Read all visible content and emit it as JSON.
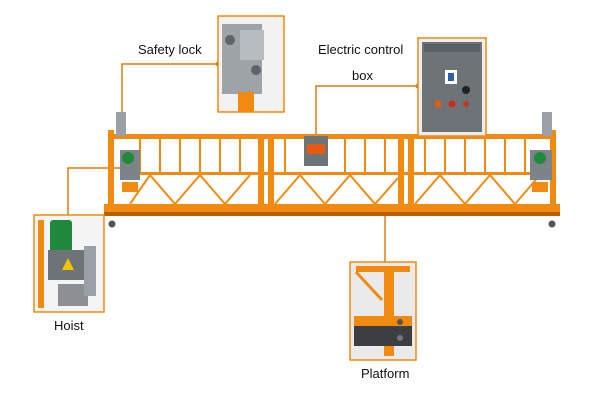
{
  "labels": {
    "safety_lock": "Safety lock",
    "electric_control_line1": "Electric control",
    "electric_control_line2": "box",
    "hoist": "Hoist",
    "platform": "Platform"
  },
  "colors": {
    "frame": "#f08a10",
    "frame_dark": "#b85d00",
    "callout_border": "#f08a10",
    "leader": "#e07a10",
    "metal": "#8c9095",
    "box_gray": "#6e7378",
    "motor_green": "#1f8a3c"
  }
}
